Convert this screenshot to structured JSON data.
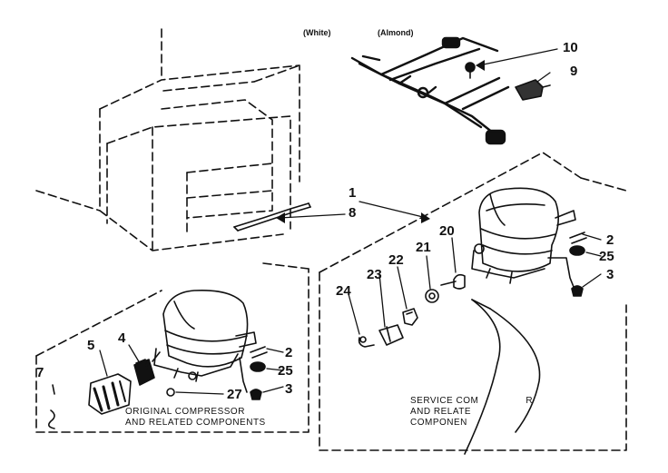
{
  "labels": {
    "white": "(White)",
    "almond": "(Almond)",
    "n10": "10",
    "n9": "9",
    "n1": "1",
    "n8": "8",
    "n2a": "2",
    "n25a": "25",
    "n3a": "3",
    "n20": "20",
    "n21": "21",
    "n22": "22",
    "n23": "23",
    "n24": "24",
    "n4": "4",
    "n5": "5",
    "n7": "7",
    "n2b": "2",
    "n25b": "25",
    "n27": "27",
    "n3b": "3"
  },
  "captions": {
    "original_line1": "ORIGINAL COMPRESSOR",
    "original_line2": "AND RELATED COMPONENTS",
    "service_line1": "SERVICE COM",
    "service_line1b": "R",
    "service_line2": "AND RELATE",
    "service_line3": "COMPONEN"
  }
}
